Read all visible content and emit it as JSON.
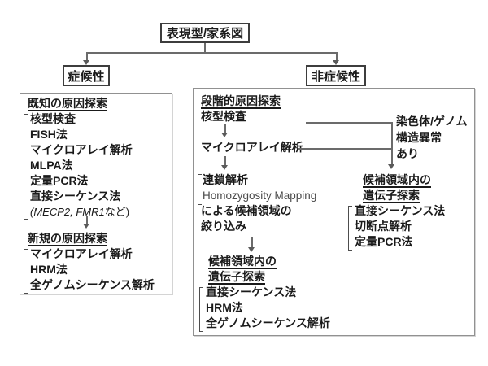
{
  "tree": {
    "root_label": "表現型/家系図",
    "left_branch_label": "症候性",
    "right_branch_label": "非症候性"
  },
  "left_panel": {
    "section_known": {
      "title": "既知の原因探索",
      "items": [
        "核型検査",
        "FISH法",
        "マイクロアレイ解析",
        "MLPA法",
        "定量PCR法",
        "直接シーケンス法"
      ],
      "gene_note": {
        "open_and_genes": "(MECP2, FMR1",
        "close": "など)"
      }
    },
    "section_novel": {
      "title": "新規の原因探索",
      "items": [
        "マイクロアレイ解析",
        "HRM法",
        "全ゲノムシーケンス解析"
      ]
    }
  },
  "right_panel": {
    "title": "段階的原因探索",
    "step1": "核型検査",
    "step2": "マイクロアレイ解析",
    "linkage_group": {
      "item1": "連鎖解析",
      "item2": "Homozygosity Mapping",
      "desc_line1": "による候補領域の",
      "desc_line2": "絞り込み"
    },
    "bottom_section": {
      "title_line1": "候補領域内の",
      "title_line2": "遺伝子探索",
      "items": [
        "直接シーケンス法",
        "HRM法",
        "全ゲノムシーケンス解析"
      ]
    },
    "side_note": {
      "line1": "染色体/ゲノム",
      "line2": "構造異常",
      "line3": "あり"
    },
    "side_section": {
      "title_line1": "候補領域内の",
      "title_line2": "遺伝子探索",
      "items": [
        "直接シーケンス法",
        "切断点解析",
        "定量PCR法"
      ]
    }
  },
  "colors": {
    "text": "#1a1a1a",
    "node_border": "#3d3d3d",
    "panel_border": "#919191",
    "connector": "#6b6b6b",
    "latin_note": "#4a4a4a"
  }
}
